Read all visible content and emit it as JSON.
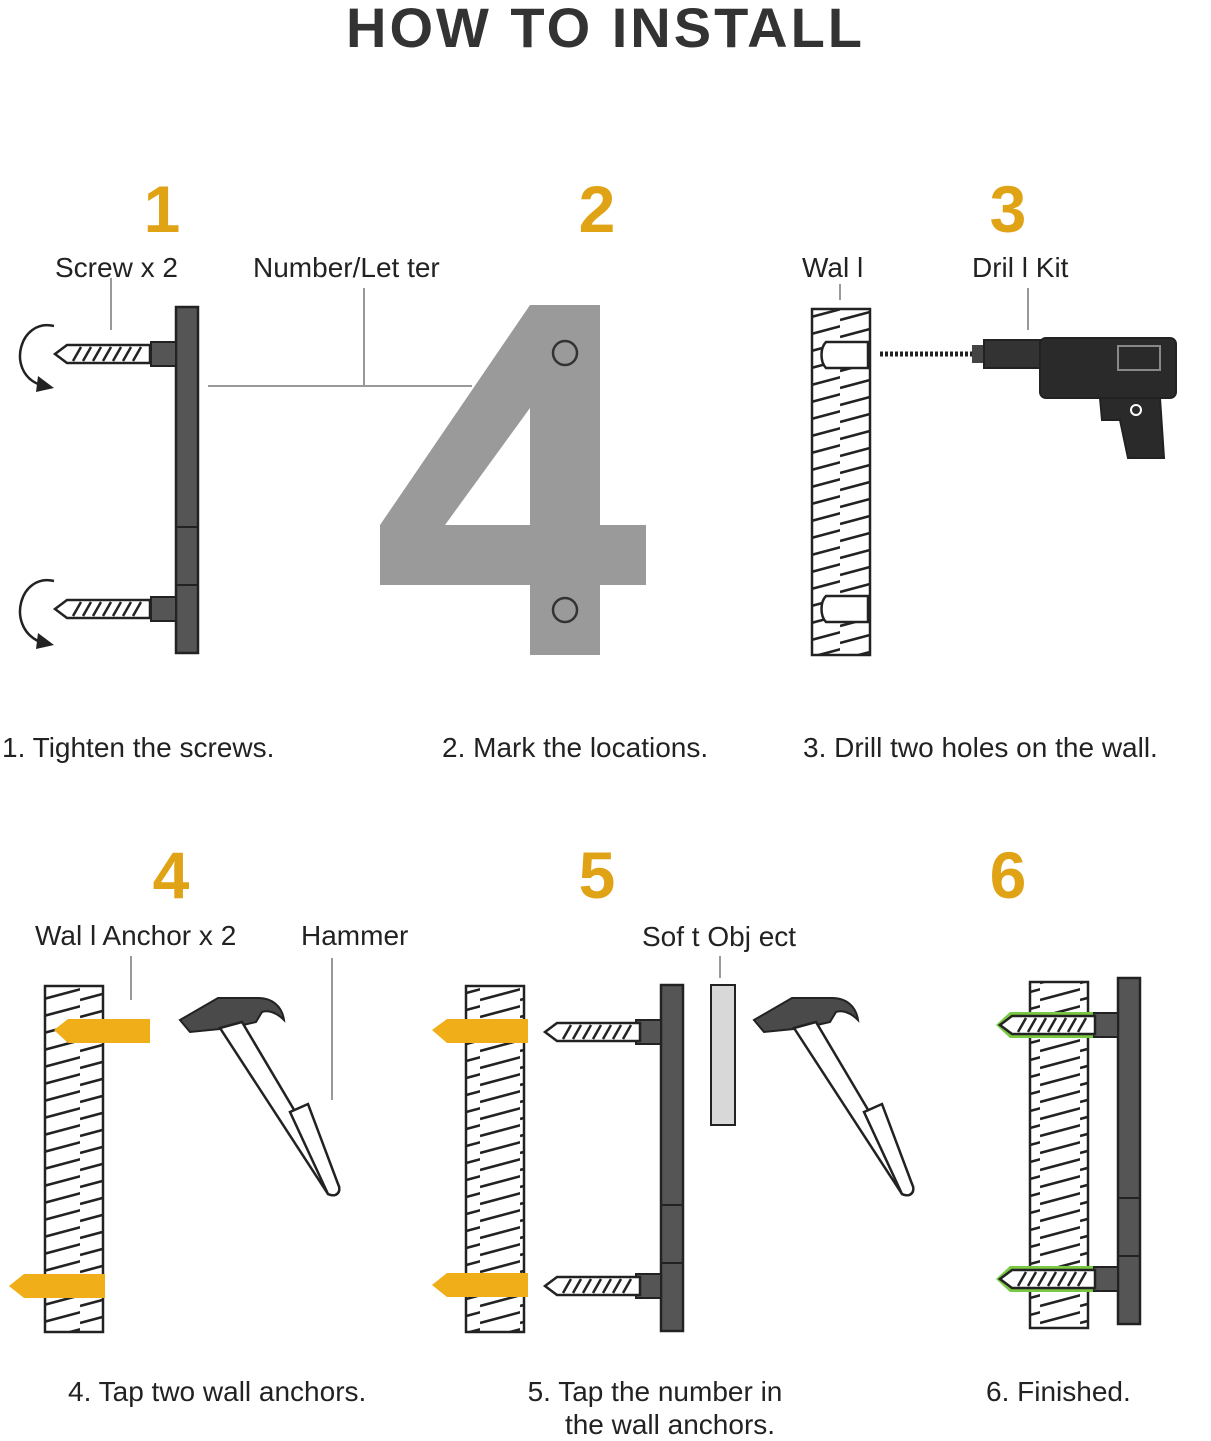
{
  "title": "HOW TO INSTALL",
  "steps": [
    {
      "num": "1",
      "labels": [
        "Screw x 2",
        "Number/Let  ter"
      ],
      "caption": "1. Tighten the screws."
    },
    {
      "num": "2",
      "labels": [],
      "caption": "2. Mark the locations."
    },
    {
      "num": "3",
      "labels": [
        "Wal l",
        "Dril l Kit"
      ],
      "caption": "3. Drill two holes on the wall."
    },
    {
      "num": "4",
      "labels": [
        "Wal l Anchor x 2",
        "Hammer"
      ],
      "caption": "4. Tap two wall anchors."
    },
    {
      "num": "5",
      "labels": [
        "Sof t Obj ect"
      ],
      "caption_lines": [
        "5. Tap the number in",
        "the wall anchors."
      ]
    },
    {
      "num": "6",
      "labels": [],
      "caption": "6. Finished."
    }
  ],
  "display_digit": "4",
  "colors": {
    "accent": "#e0a316",
    "anchor": "#f0ae18",
    "digit": "#9a9a9a",
    "plate": "#555555",
    "anchor_green": "#7ac943"
  }
}
